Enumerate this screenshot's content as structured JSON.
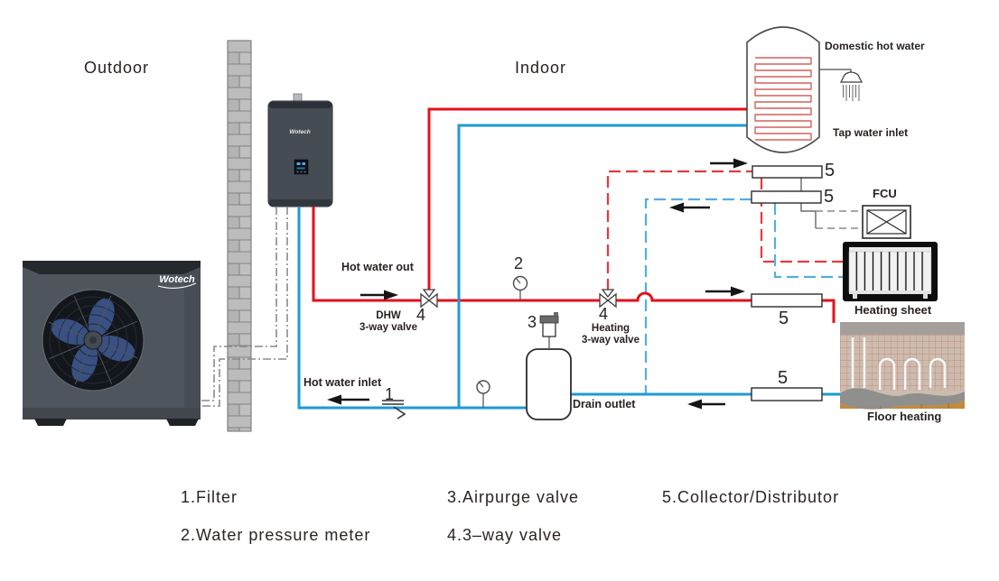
{
  "sections": {
    "outdoor": "Outdoor",
    "indoor": "Indoor"
  },
  "brand": {
    "outdoor_logo": "Wotech",
    "indoor_logo": "Wotech"
  },
  "tank": {
    "hot_water_label": "Domestic hot water",
    "inlet_label": "Tap water inlet"
  },
  "pipes": {
    "hot_water_out": "Hot water out",
    "hot_water_inlet": "Hot water inlet",
    "drain_outlet": "Drain outlet"
  },
  "valves": {
    "dhw_name_line1": "DHW",
    "dhw_name_line2": "3-way valve",
    "dhw_number": "4",
    "heating_name_line1": "Heating",
    "heating_name_line2": "3-way valve",
    "heating_number": "4",
    "pressure_meter_number": "2",
    "airpurge_number": "3",
    "filter_number": "1"
  },
  "collectors": {
    "number": "5"
  },
  "terminals": {
    "fcu": "FCU",
    "heating_sheet": "Heating sheet",
    "floor_heating": "Floor heating"
  },
  "legend": {
    "items": [
      {
        "text": "1.Filter"
      },
      {
        "text": "2.Water pressure meter"
      },
      {
        "text": "3.Airpurge valve"
      },
      {
        "text": "4.3–way valve"
      },
      {
        "text": "5.Collector/Distributor"
      }
    ]
  },
  "colors": {
    "hot": "#e60f1a",
    "cold": "#1e9ad6",
    "hot_branch": "#e8393c",
    "cold_branch": "#54aede",
    "refrigerant": "#8a8a8a",
    "text": "#292220"
  }
}
